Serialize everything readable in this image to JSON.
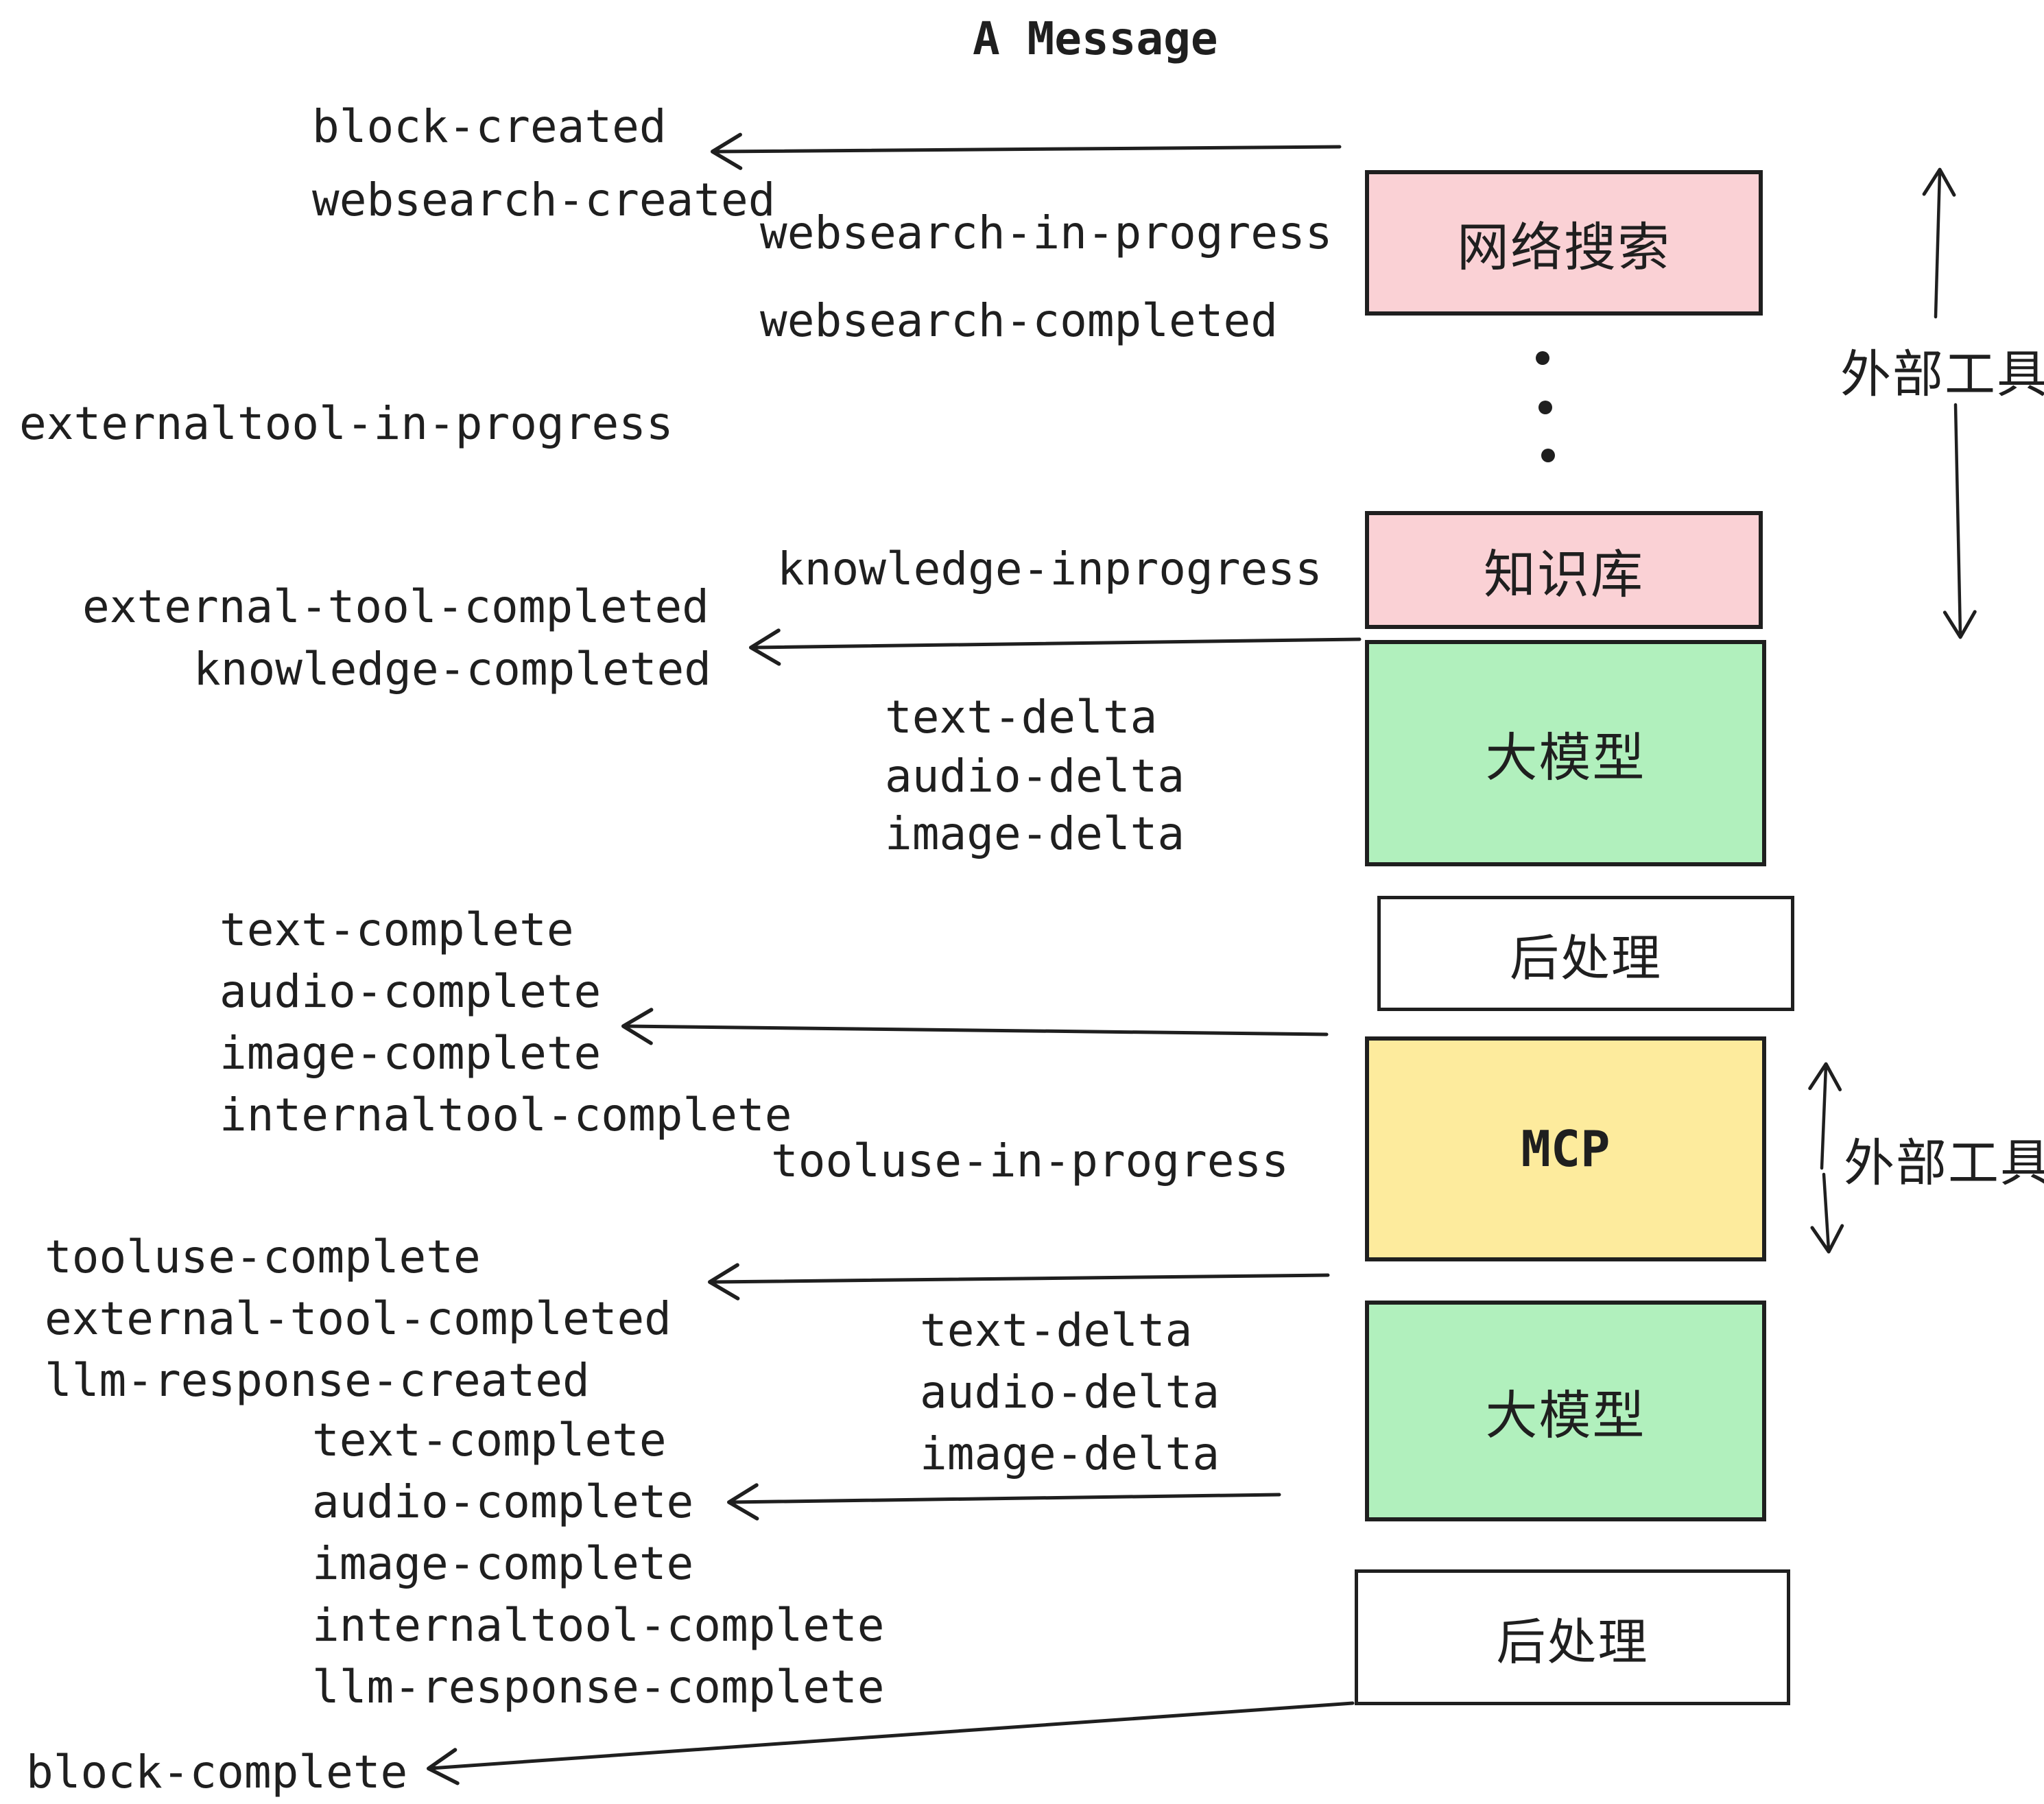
{
  "title": "A Message",
  "boxes": {
    "websearch": "网络搜索",
    "knowledge": "知识库",
    "llm1": "大模型",
    "post1": "后处理",
    "mcp": "MCP",
    "llm2": "大模型",
    "post2": "后处理"
  },
  "annotations": {
    "external_tools_top": "外部工具",
    "external_tools_mcp": "外部工具"
  },
  "events": {
    "block_created": "block-created",
    "websearch_created": "websearch-created",
    "websearch_in_progress": "websearch-in-progress",
    "websearch_completed": "websearch-completed",
    "externaltool_in_progress": "externaltool-in-progress",
    "knowledge_inprogress": "knowledge-inprogress",
    "external_tool_completed_1": "external-tool-completed",
    "knowledge_completed": "knowledge-completed",
    "text_delta_1": "text-delta",
    "audio_delta_1": "audio-delta",
    "image_delta_1": "image-delta",
    "text_complete_1": "text-complete",
    "audio_complete_1": "audio-complete",
    "image_complete_1": "image-complete",
    "internaltool_complete_1": "internaltool-complete",
    "tooluse_in_progress": "tooluse-in-progress",
    "tooluse_complete": "tooluse-complete",
    "external_tool_completed_2": "external-tool-completed",
    "llm_response_created": "llm-response-created",
    "text_delta_2": "text-delta",
    "audio_delta_2": "audio-delta",
    "image_delta_2": "image-delta",
    "text_complete_2": "text-complete",
    "audio_complete_2": "audio-complete",
    "image_complete_2": "image-complete",
    "internaltool_complete_2": "internaltool-complete",
    "llm_response_complete": "llm-response-complete",
    "block_complete": "block-complete"
  },
  "colors": {
    "pink": "#fad1d5",
    "green": "#b1f0bd",
    "yellow": "#fdeb9d",
    "ink": "#1f1f1f",
    "background": "#ffffff"
  }
}
